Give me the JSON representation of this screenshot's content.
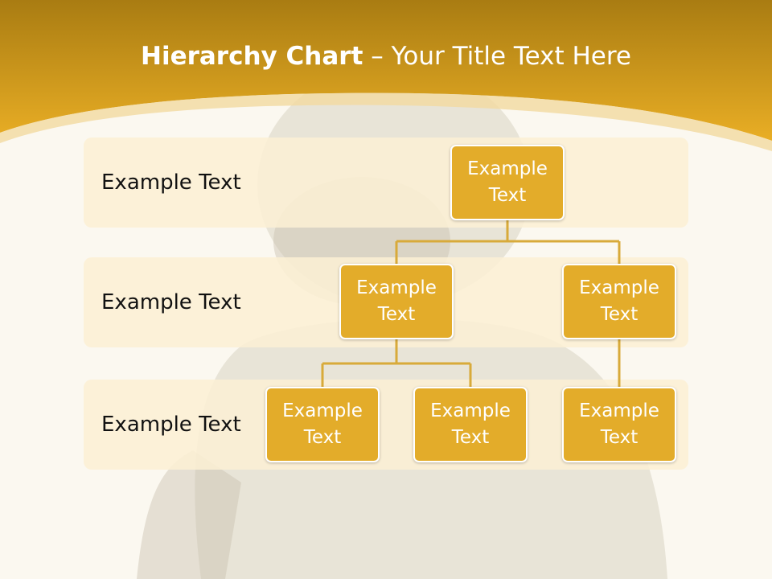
{
  "title": {
    "bold": "Hierarchy Chart",
    "light": "– Your Title Text Here"
  },
  "colors": {
    "header_gold": "#e3ac2a",
    "node_fill": "#e3ac2a",
    "band_fill": "#fcf0d4",
    "connector": "#d8aa3a"
  },
  "levels": [
    {
      "label": "Example Text"
    },
    {
      "label": "Example Text"
    },
    {
      "label": "Example Text"
    }
  ],
  "nodes": {
    "root": "Example Text",
    "child_left": "Example Text",
    "child_right": "Example Text",
    "grand_left_1": "Example Text",
    "grand_left_2": "Example Text",
    "grand_right_1": "Example Text"
  }
}
